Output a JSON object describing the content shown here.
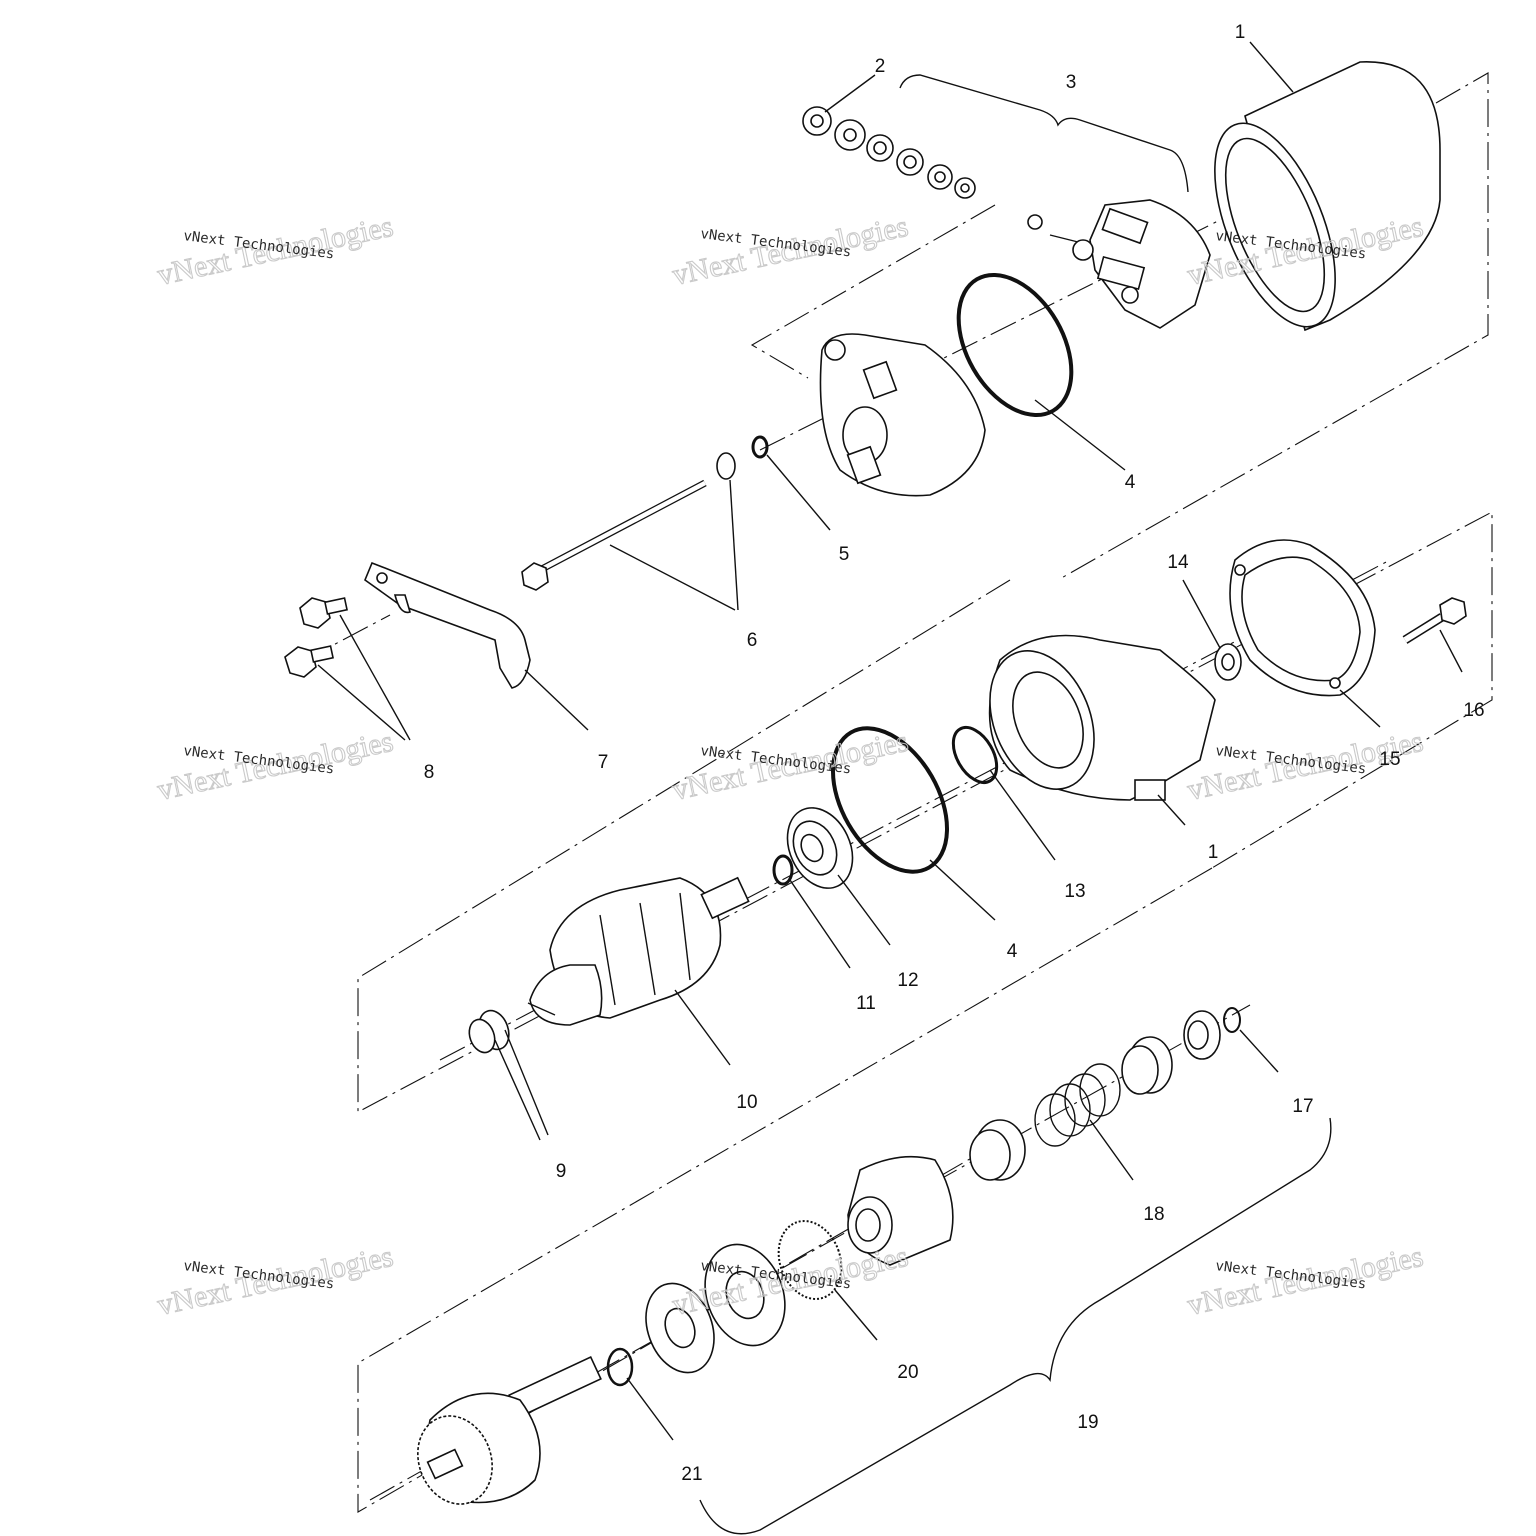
{
  "diagram": {
    "callouts": [
      "1",
      "2",
      "3",
      "4",
      "4",
      "5",
      "6",
      "7",
      "8",
      "9",
      "10",
      "11",
      "12",
      "13",
      "14",
      "15",
      "16",
      "17",
      "18",
      "19",
      "20",
      "21",
      "1"
    ],
    "watermark": {
      "line1": "vNext Technologies",
      "line2": "vNext Technologies"
    }
  }
}
